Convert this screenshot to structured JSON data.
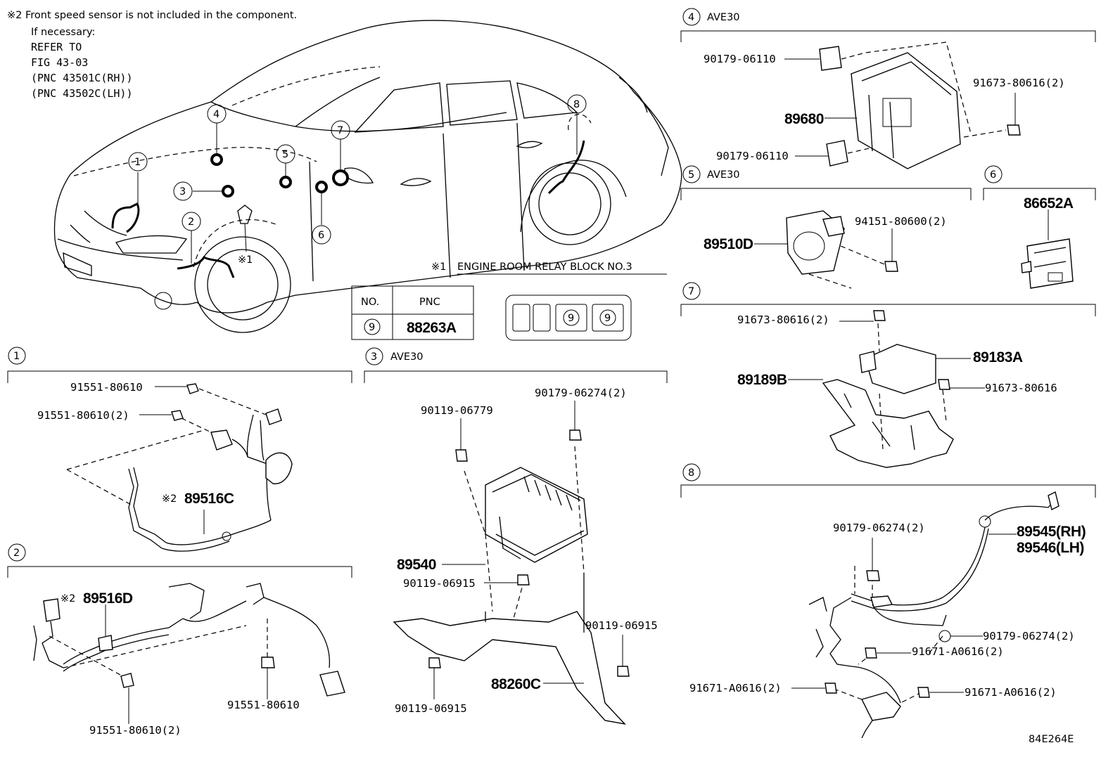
{
  "header_note": {
    "line1": "※2 Front speed sensor is not included in the component.",
    "line2": "If necessary:",
    "line3": "REFER TO",
    "line4": "FIG 43-03",
    "line5": "(PNC 43501C(RH))",
    "line6": "(PNC 43502C(LH))"
  },
  "car_callouts": [
    "1",
    "2",
    "3",
    "4",
    "5",
    "6",
    "7",
    "8"
  ],
  "relay_note": {
    "mark": "※1",
    "text": "ENGINE ROOM RELAY BLOCK NO.3"
  },
  "pnc_table": {
    "col_no": "NO.",
    "col_pnc": "PNC",
    "row_no": "9",
    "row_pnc": "88263A"
  },
  "relay_slots": [
    "9",
    "9"
  ],
  "sections": {
    "s1": {
      "num": "1",
      "variant": "",
      "parts": [
        "91551-80610",
        "91551-80610(2)",
        "89516C"
      ],
      "mark": "※2"
    },
    "s2": {
      "num": "2",
      "variant": "",
      "parts": [
        "89516D",
        "91551-80610",
        "91551-80610(2)"
      ],
      "mark": "※2"
    },
    "s3": {
      "num": "3",
      "variant": "AVE30",
      "parts": [
        "90119-06779",
        "90179-06274(2)",
        "89540",
        "90119-06915",
        "90119-06915",
        "88260C",
        "90119-06915"
      ]
    },
    "s4": {
      "num": "4",
      "variant": "AVE30",
      "parts": [
        "90179-06110",
        "91673-80616(2)",
        "89680",
        "90179-06110"
      ]
    },
    "s5": {
      "num": "5",
      "variant": "AVE30",
      "parts": [
        "94151-80600(2)",
        "89510D"
      ]
    },
    "s6": {
      "num": "6",
      "variant": "",
      "parts": [
        "86652A"
      ]
    },
    "s7": {
      "num": "7",
      "variant": "",
      "parts": [
        "91673-80616(2)",
        "89183A",
        "89189B",
        "91673-80616"
      ]
    },
    "s8": {
      "num": "8",
      "variant": "",
      "parts": [
        "89545(RH)",
        "89546(LH)",
        "90179-06274(2)",
        "90179-06274(2)",
        "91671-A0616(2)",
        "91671-A0616(2)",
        "91671-A0616(2)"
      ]
    }
  },
  "figure_id": "84E264E"
}
